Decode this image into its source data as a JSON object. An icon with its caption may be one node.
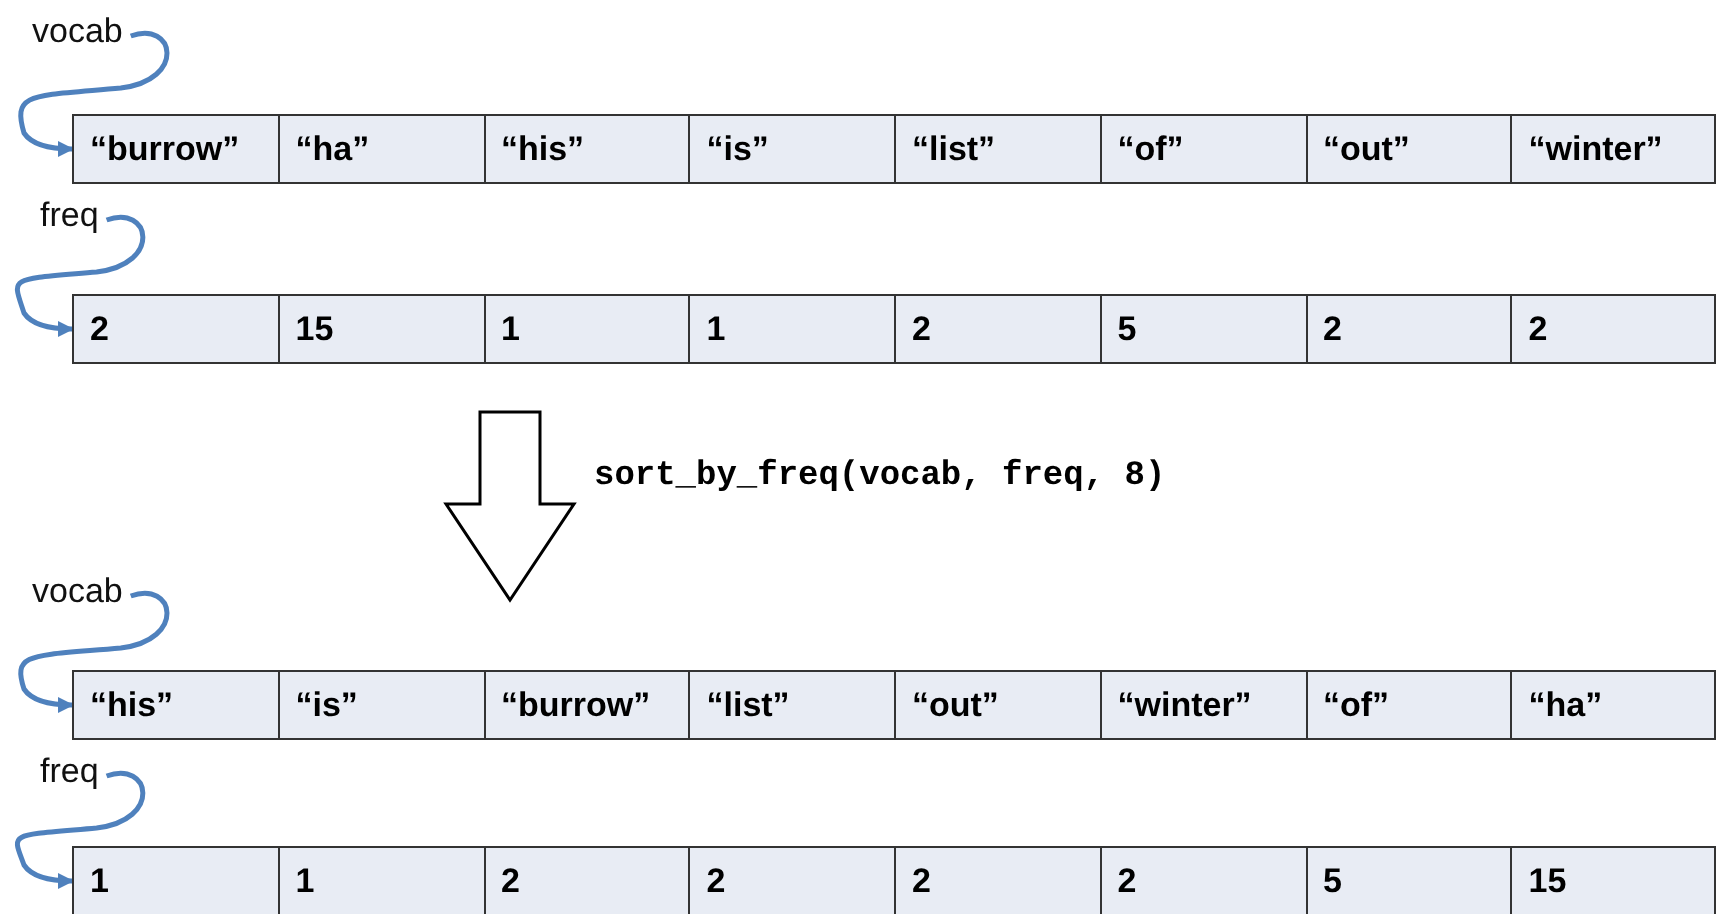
{
  "diagram": {
    "nodes": [
      {
        "text": [
          "vocab"
        ]
      },
      {
        "text": [],
        "shape": "bar"
      },
      {
        "text": [
          "“burrow”"
        ],
        "in": 1
      },
      {
        "text": [
          "“ha”"
        ],
        "in": 1
      },
      {
        "text": [
          "“his”"
        ],
        "in": 1
      },
      {
        "text": [
          "“is”"
        ],
        "in": 1
      },
      {
        "text": [
          "“list”"
        ],
        "in": 1
      },
      {
        "text": [
          "“of”"
        ],
        "in": 1
      },
      {
        "text": [
          "“out”"
        ],
        "in": 1
      },
      {
        "text": [
          "“winter”"
        ],
        "in": 1
      },
      {
        "text": [
          "freq"
        ]
      },
      {
        "text": [],
        "shape": "bar"
      },
      {
        "text": [
          "2"
        ],
        "in": 11
      },
      {
        "text": [
          "15"
        ],
        "in": 11
      },
      {
        "text": [
          "1"
        ],
        "in": 11
      },
      {
        "text": [
          "1"
        ],
        "in": 11
      },
      {
        "text": [
          "2"
        ],
        "in": 11
      },
      {
        "text": [
          "5"
        ],
        "in": 11
      },
      {
        "text": [
          "2"
        ],
        "in": 11
      },
      {
        "text": [
          "2"
        ],
        "in": 11
      },
      {
        "text": [],
        "shape": "arrow",
        "beside": [
          "sort_by_freq(vocab, freq, 8)"
        ]
      },
      {
        "text": [
          "vocab"
        ]
      },
      {
        "text": [],
        "shape": "bar"
      },
      {
        "text": [
          "“his”"
        ],
        "in": 22
      },
      {
        "text": [
          "“is”"
        ],
        "in": 22
      },
      {
        "text": [
          "“burrow”"
        ],
        "in": 22
      },
      {
        "text": [
          "“list”"
        ],
        "in": 22
      },
      {
        "text": [
          "“out”"
        ],
        "in": 22
      },
      {
        "text": [
          "“winter”"
        ],
        "in": 22
      },
      {
        "text": [
          "“of”"
        ],
        "in": 22
      },
      {
        "text": [
          "“ha”"
        ],
        "in": 22
      },
      {
        "text": [
          "freq"
        ]
      },
      {
        "text": [],
        "shape": "bar"
      },
      {
        "text": [
          "1"
        ],
        "in": 32
      },
      {
        "text": [
          "1"
        ],
        "in": 32
      },
      {
        "text": [
          "2"
        ],
        "in": 32
      },
      {
        "text": [
          "2"
        ],
        "in": 32
      },
      {
        "text": [
          "2"
        ],
        "in": 32
      },
      {
        "text": [
          "2"
        ],
        "in": 32
      },
      {
        "text": [
          "5"
        ],
        "in": 32
      },
      {
        "text": [
          "15"
        ],
        "in": 32
      }
    ],
    "edges": [
      {
        "from": 0,
        "to": 1,
        "arrow": "to"
      },
      {
        "from": 10,
        "to": 11,
        "arrow": "to"
      },
      {
        "from": 21,
        "to": 22,
        "arrow": "to"
      },
      {
        "from": 31,
        "to": 32,
        "arrow": "to"
      }
    ]
  }
}
